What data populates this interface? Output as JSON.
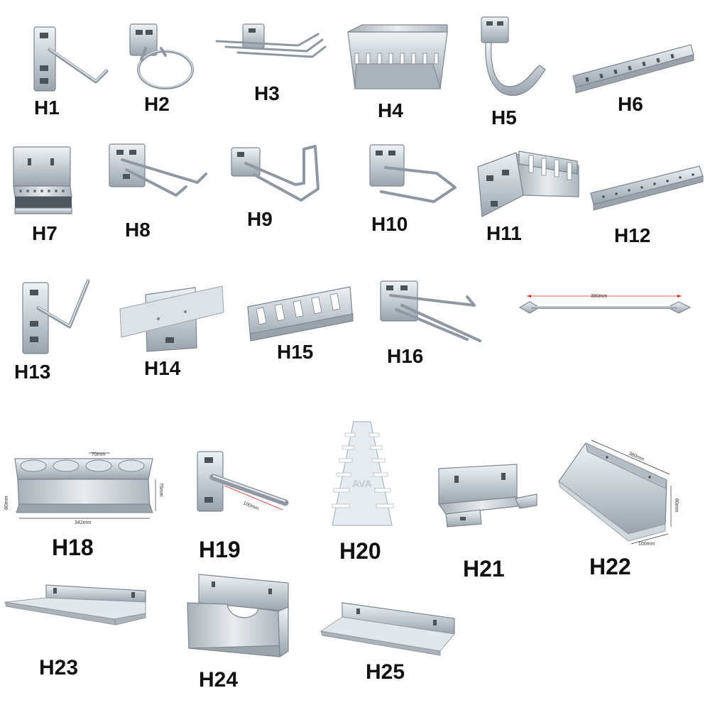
{
  "items": [
    {
      "label": "H1"
    },
    {
      "label": "H2"
    },
    {
      "label": "H3"
    },
    {
      "label": "H4"
    },
    {
      "label": "H5"
    },
    {
      "label": "H6"
    },
    {
      "label": "H7"
    },
    {
      "label": "H8"
    },
    {
      "label": "H9"
    },
    {
      "label": "H10"
    },
    {
      "label": "H11"
    },
    {
      "label": "H12"
    },
    {
      "label": "H13"
    },
    {
      "label": "H14"
    },
    {
      "label": "H15"
    },
    {
      "label": "H16"
    },
    {
      "label": "H18"
    },
    {
      "label": "H19"
    },
    {
      "label": "H20"
    },
    {
      "label": "H21"
    },
    {
      "label": "H22"
    },
    {
      "label": "H23"
    },
    {
      "label": "H24"
    },
    {
      "label": "H25"
    }
  ],
  "dimensions": {
    "h17_length": "380mm",
    "h18_width": "342mm",
    "h18_hole": "70mm",
    "h18_height": "75mm",
    "h18_depth": "80mm",
    "h19_length": "100mm",
    "h22_length": "380mm",
    "h22_height": "80mm",
    "h22_depth": "100mm"
  },
  "h20_mark": "AVA",
  "colors": {
    "metal_light": "#e9edf1",
    "metal_mid": "#bcc4cc",
    "metal_dark": "#7d8690",
    "dimension_red": "#d9261c"
  }
}
